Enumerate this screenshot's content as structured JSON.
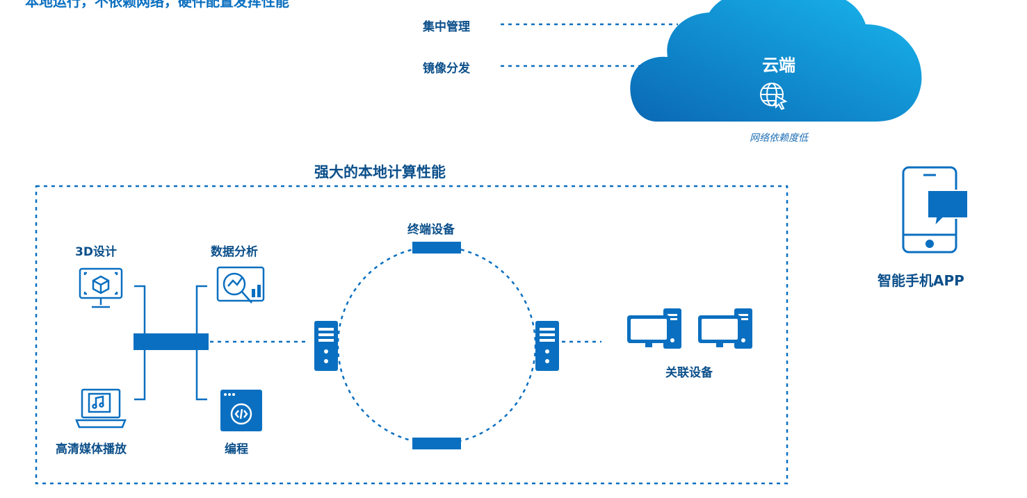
{
  "top_note": "本地运行，不依赖网络，硬件配置发挥性能",
  "cloud_links": {
    "centralized_management": "集中管理",
    "image_distribution": "镜像分发"
  },
  "cloud": {
    "title": "云端",
    "note": "网络依赖度低",
    "icon": "globe-cursor-icon"
  },
  "local": {
    "title": "强大的本地计算性能",
    "items": {
      "design_3d": "3D设计",
      "data_analysis": "数据分析",
      "hd_media": "高清媒体播放",
      "programming": "编程"
    }
  },
  "ring": {
    "terminal_devices": "终端设备"
  },
  "related_devices": "关联设备",
  "phone": {
    "label": "智能手机APP",
    "icon": "smartphone-chat-icon"
  },
  "colors": {
    "primary": "#0a6fc0",
    "dark_text": "#0b4f8a",
    "cloud_light": "#17b0ea",
    "cloud_dark": "#0a68b4"
  }
}
